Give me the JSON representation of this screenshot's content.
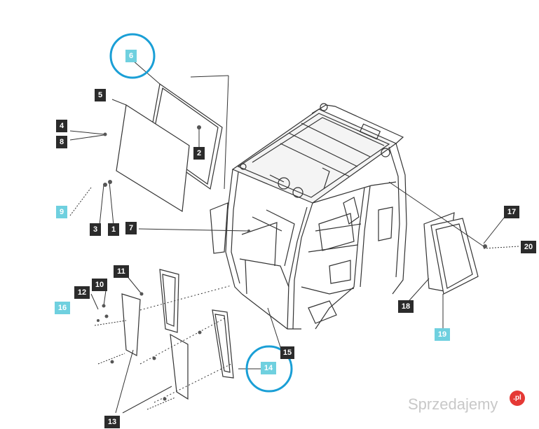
{
  "labels": {
    "l1": "1",
    "l2": "2",
    "l3": "3",
    "l4": "4",
    "l5": "5",
    "l6": "6",
    "l7": "7",
    "l8": "8",
    "l9": "9",
    "l10": "10",
    "l11": "11",
    "l12": "12",
    "l13": "13",
    "l14": "14",
    "l15": "15",
    "l16": "16",
    "l17": "17",
    "l18": "18",
    "l19": "19",
    "l20": "20"
  },
  "colors": {
    "dark_label": "#2b2b2b",
    "highlight_label": "#6fd0df",
    "highlight_circle": "#1a9fd6",
    "line": "#333333"
  },
  "watermark": {
    "text": "Sprzedajemy",
    "badge": ".pl"
  }
}
